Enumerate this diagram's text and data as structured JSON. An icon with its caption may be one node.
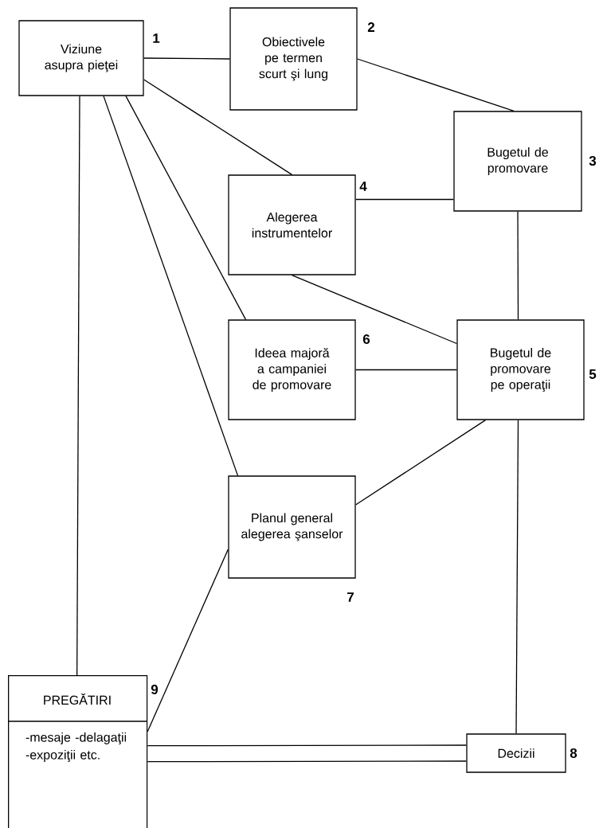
{
  "diagram": {
    "nodes": [
      {
        "text": [
          "Viziune asupra pieţei"
        ],
        "beside": [
          "1"
        ]
      },
      {
        "text": [
          "Obiectivele pe termen scurt şi lung"
        ],
        "beside": [
          "2"
        ]
      },
      {
        "text": [
          "Bugetul de promovare"
        ],
        "beside": [
          "3"
        ]
      },
      {
        "text": [
          "Alegerea instrumentelor"
        ],
        "beside": [
          "4"
        ]
      },
      {
        "text": [
          "Ideea majoră a campaniei de promovare"
        ],
        "beside": [
          "6"
        ]
      },
      {
        "text": [
          "Bugetul de promovare pe operaţii"
        ],
        "beside": [
          "5"
        ]
      },
      {
        "text": [
          "Planul general alegerea şanselor"
        ],
        "beside": [
          "7"
        ]
      },
      {
        "text": [
          "PREGĂTIRI",
          "-mesaje -delagaţii -expoziţii etc."
        ],
        "beside": [
          "9"
        ]
      },
      {
        "text": [
          "Decizii"
        ],
        "beside": [
          "8"
        ]
      }
    ],
    "edges": [
      {
        "from": 0,
        "to": 1,
        "arrow": "none"
      },
      {
        "from": 1,
        "to": 2,
        "arrow": "none"
      },
      {
        "from": 0,
        "to": 3,
        "arrow": "none"
      },
      {
        "from": 3,
        "to": 2,
        "arrow": "none"
      },
      {
        "from": 0,
        "to": 4,
        "arrow": "none"
      },
      {
        "from": 0,
        "to": 6,
        "arrow": "none"
      },
      {
        "from": 0,
        "to": 7,
        "arrow": "none"
      },
      {
        "from": 3,
        "to": 5,
        "arrow": "none"
      },
      {
        "from": 2,
        "to": 5,
        "arrow": "none"
      },
      {
        "from": 4,
        "to": 5,
        "arrow": "none"
      },
      {
        "from": 5,
        "to": 6,
        "arrow": "none"
      },
      {
        "from": 6,
        "to": 7,
        "arrow": "none"
      },
      {
        "from": 5,
        "to": 8,
        "arrow": "none"
      },
      {
        "from": 7,
        "to": 8,
        "arrow": "none"
      },
      {
        "from": 7,
        "to": 8,
        "arrow": "none"
      }
    ]
  }
}
